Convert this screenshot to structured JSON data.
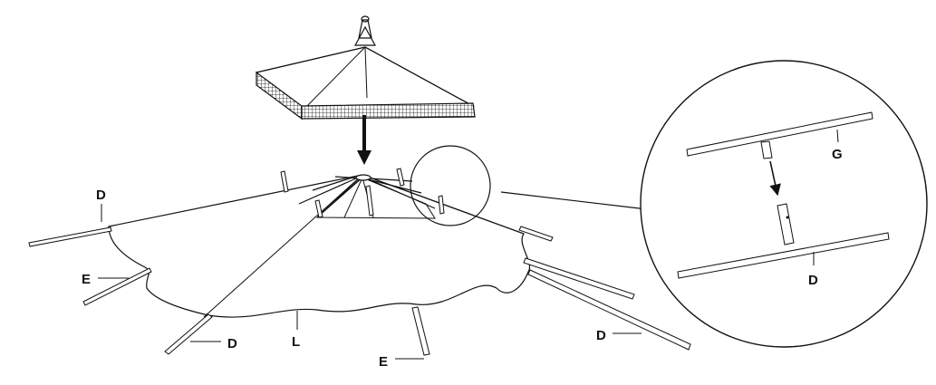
{
  "labels": {
    "d_left": "D",
    "e_left": "E",
    "d_front": "D",
    "l": "L",
    "e_front": "E",
    "d_right": "D",
    "g_detail": "G",
    "d_detail": "D"
  },
  "colors": {
    "stroke": "#111111",
    "background": "#ffffff"
  }
}
